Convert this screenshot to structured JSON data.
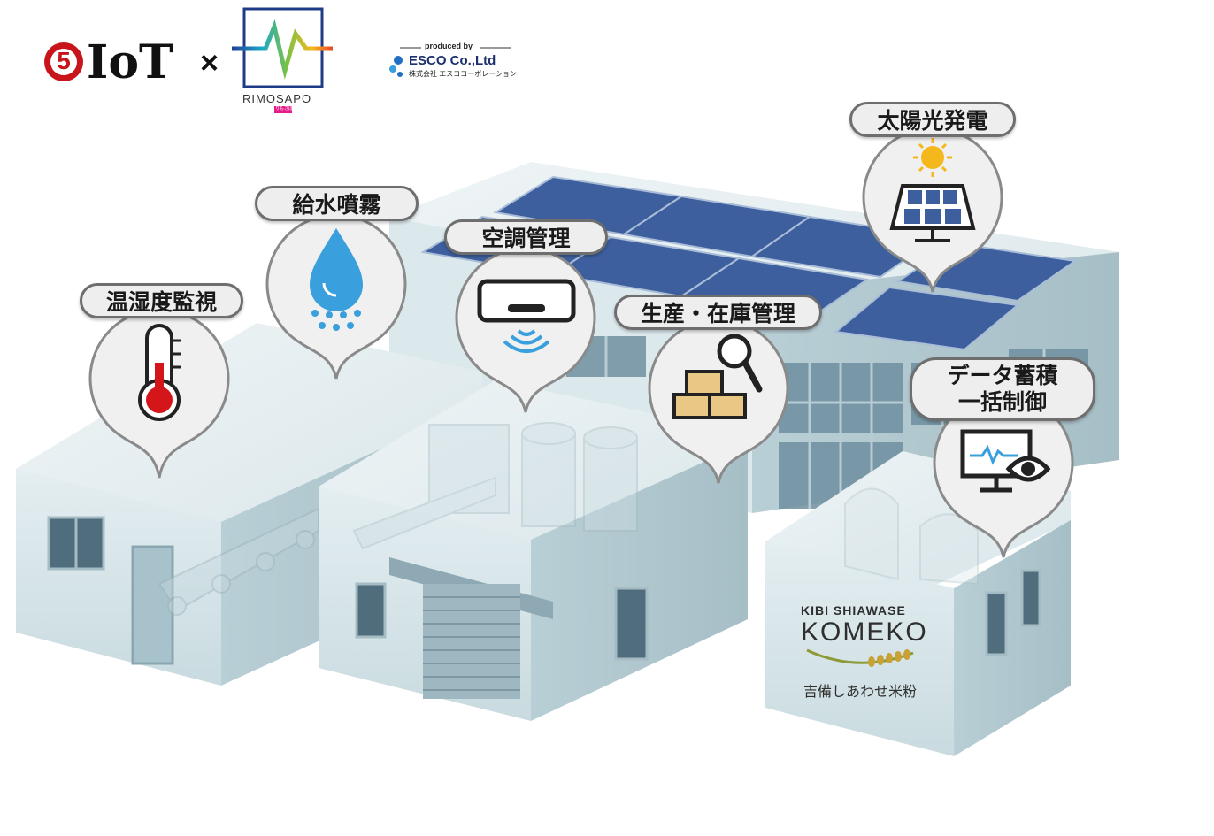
{
  "header": {
    "logo_number": "5",
    "logo_text": "IoT",
    "times": "×",
    "partner_logo": "RIMOSAPO",
    "partner_sub": "りもさぽ",
    "produced_by": "produced by",
    "company": "ESCO Co.,Ltd",
    "company_jp": "株式会社 エスココーポレーション"
  },
  "features": [
    {
      "label": "温湿度監視",
      "icon": "thermometer-icon"
    },
    {
      "label": "給水噴霧",
      "icon": "water-drop-icon"
    },
    {
      "label": "空調管理",
      "icon": "air-conditioner-icon"
    },
    {
      "label": "生産・在庫管理",
      "icon": "boxes-magnifier-icon"
    },
    {
      "label": "太陽光発電",
      "icon": "solar-panel-icon"
    },
    {
      "label_line1": "データ蓄積",
      "label_line2": "一括制御",
      "icon": "monitor-eye-icon"
    }
  ],
  "building_sign": {
    "line1": "KIBI SHIAWASE",
    "line2": "KOMEKO",
    "line3": "吉備しあわせ米粉"
  },
  "colors": {
    "accent_red": "#c8151b",
    "bubble_fill": "#f0f0f0",
    "bubble_border": "#8a8a8a",
    "icon_blue": "#3aa0dd",
    "solar_panel": "#3d5f9e",
    "building_wall": "#d5e4e8"
  }
}
